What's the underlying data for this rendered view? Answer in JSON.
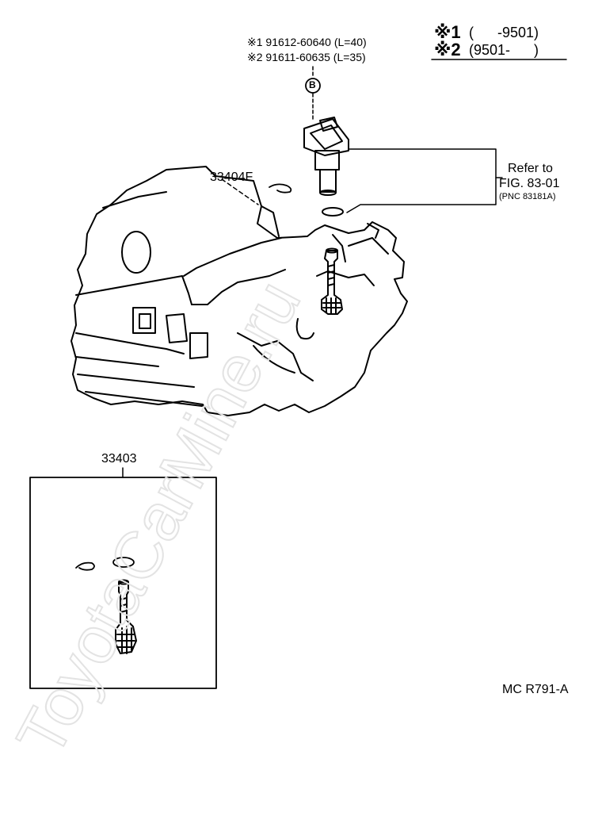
{
  "header": {
    "note1_mark": "※1",
    "note1_range": "(      -9501)",
    "note2_mark": "※2",
    "note2_range": "(9501-      )"
  },
  "bolts": {
    "line1": "※1 91612-60640 (L=40)",
    "line2": "※2 91611-60635 (L=35)",
    "circle_label": "B"
  },
  "labels": {
    "part_33404f": "33404F",
    "refer_line1": "Refer to",
    "refer_line2": "FIG. 83-01",
    "refer_line3": "(PNC 83181A)",
    "part_33403": "33403",
    "figure_code": "MC R791-A"
  },
  "watermark": "ToyotaCarMine.ru"
}
